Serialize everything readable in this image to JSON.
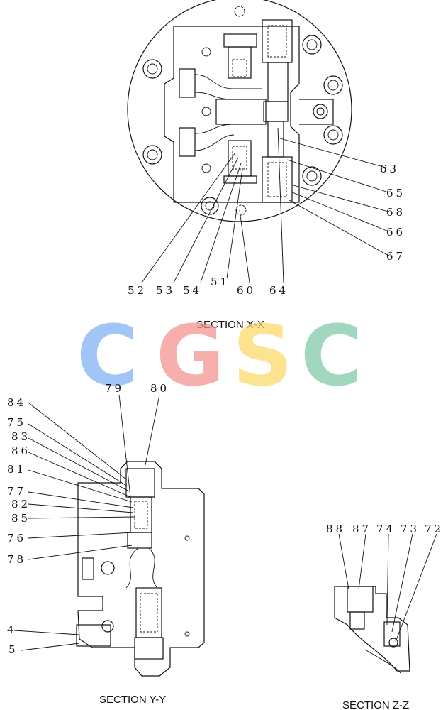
{
  "sections": {
    "xx": "SECTION  X-X",
    "yy": "SECTION  Y-Y",
    "zz": "SECTION  Z-Z"
  },
  "watermark": {
    "letters": [
      "C",
      "G",
      "S",
      "C"
    ],
    "colors": [
      "#7fb0f5",
      "#f3918e",
      "#fbd966",
      "#7ec8a4"
    ]
  },
  "callouts_xx": {
    "c63": "63",
    "c65": "65",
    "c68": "68",
    "c66": "66",
    "c67": "67",
    "c52": "52",
    "c53": "53",
    "c54": "54",
    "c51": "51",
    "c60": "60",
    "c64": "64"
  },
  "callouts_yy": {
    "c79": "79",
    "c80": "80",
    "c84": "84",
    "c75": "75",
    "c83": "83",
    "c86": "86",
    "c81": "81",
    "c77": "77",
    "c82": "82",
    "c85": "85",
    "c76": "76",
    "c78": "78",
    "c4": "4",
    "c5": "5"
  },
  "callouts_zz": {
    "c88": "88",
    "c87": "87",
    "c74": "74",
    "c73": "73",
    "c72": "72"
  }
}
